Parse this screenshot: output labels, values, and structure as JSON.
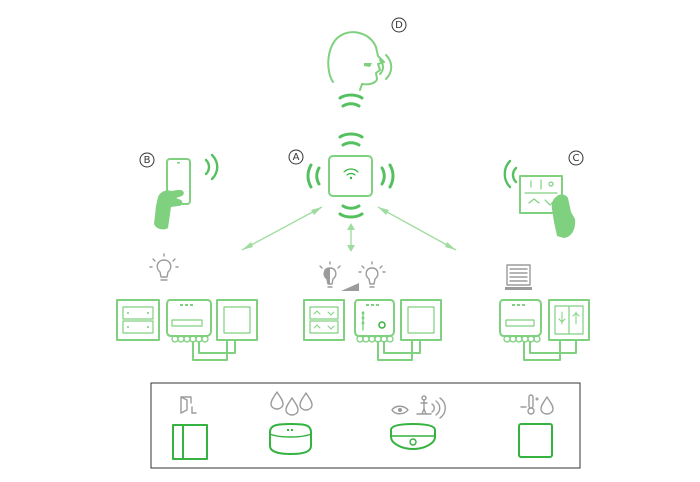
{
  "labels": {
    "a": "A",
    "b": "B",
    "c": "C",
    "d": "D"
  },
  "colors": {
    "light_green": "#7fd17f",
    "dark_green": "#35b23f",
    "grey": "#9b9b9b"
  },
  "icons": {
    "voice": "voice-assistant-head-icon",
    "hub": "wireless-gateway-icon",
    "phone": "smartphone-in-hand-icon",
    "wall_remote": "wall-remote-control-icon",
    "switch_actuator": "light-switch-actuator-icon",
    "dimmer_actuator": "dimmer-actuator-icon",
    "blind_actuator": "blind-actuator-icon",
    "door_sensor": "door-window-contact-sensor-icon",
    "water_sensor": "water-leak-sensor-icon",
    "motion_sensor": "ceiling-presence-detector-icon",
    "climate_sensor": "temperature-humidity-sensor-icon"
  }
}
